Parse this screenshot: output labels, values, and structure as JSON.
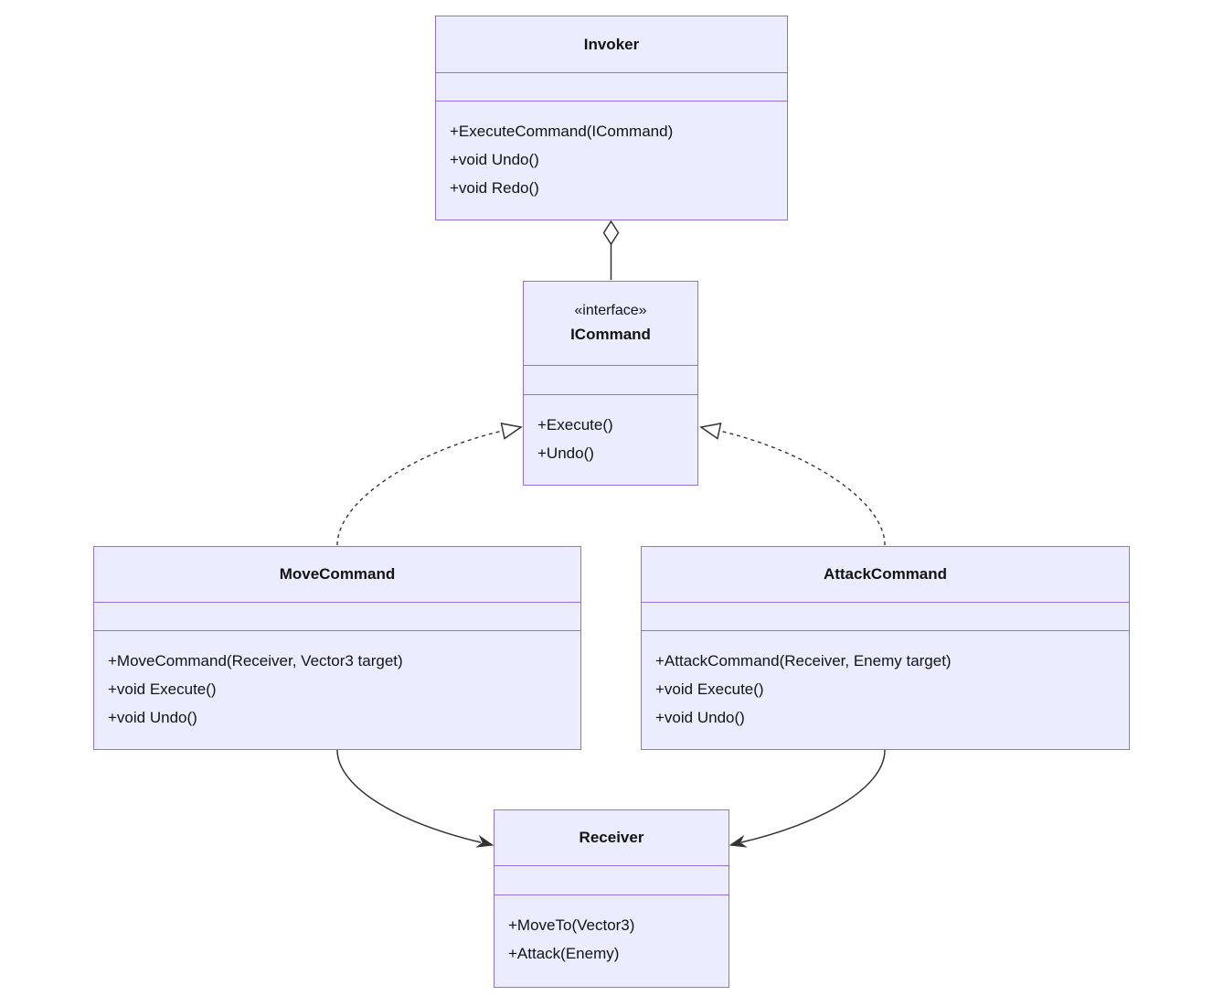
{
  "diagram": {
    "type": "uml-class-diagram",
    "pattern": "Command",
    "colors": {
      "box_fill": "#ECECFF",
      "box_border": "#9370DB",
      "line": "#333333",
      "text": "#131313",
      "background": "#ffffff"
    },
    "classes": [
      {
        "name": "Invoker",
        "stereotype": "",
        "attributes": [],
        "methods": [
          "+ExecuteCommand(ICommand)",
          "+void Undo()",
          "+void Redo()"
        ]
      },
      {
        "name": "ICommand",
        "stereotype": "«interface»",
        "attributes": [],
        "methods": [
          "+Execute()",
          "+Undo()"
        ]
      },
      {
        "name": "MoveCommand",
        "stereotype": "",
        "attributes": [],
        "methods": [
          "+MoveCommand(Receiver, Vector3 target)",
          "+void Execute()",
          "+void Undo()"
        ]
      },
      {
        "name": "AttackCommand",
        "stereotype": "",
        "attributes": [],
        "methods": [
          "+AttackCommand(Receiver, Enemy target)",
          "+void Execute()",
          "+void Undo()"
        ]
      },
      {
        "name": "Receiver",
        "stereotype": "",
        "attributes": [],
        "methods": [
          "+MoveTo(Vector3)",
          "+Attack(Enemy)"
        ]
      }
    ],
    "relationships": [
      {
        "from": "Invoker",
        "to": "ICommand",
        "type": "aggregation"
      },
      {
        "from": "MoveCommand",
        "to": "ICommand",
        "type": "realization"
      },
      {
        "from": "AttackCommand",
        "to": "ICommand",
        "type": "realization"
      },
      {
        "from": "MoveCommand",
        "to": "Receiver",
        "type": "association"
      },
      {
        "from": "AttackCommand",
        "to": "Receiver",
        "type": "association"
      }
    ]
  }
}
